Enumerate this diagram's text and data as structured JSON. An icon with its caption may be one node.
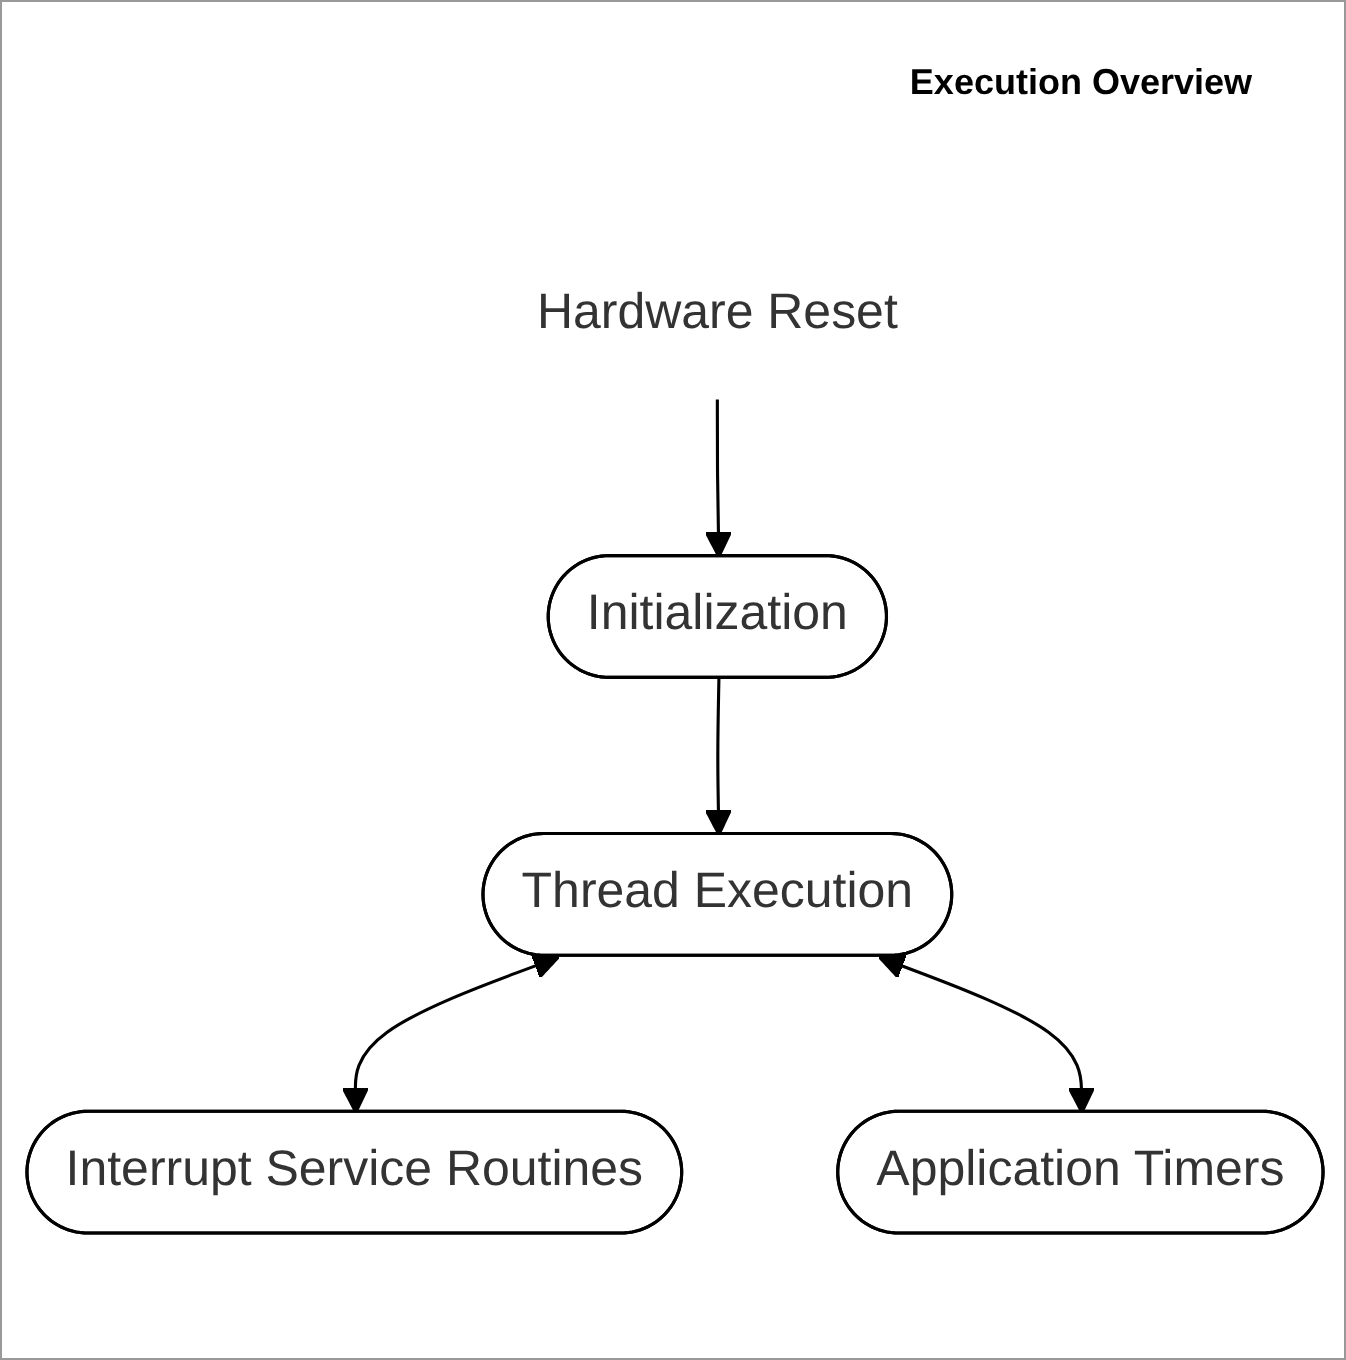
{
  "diagram": {
    "title": "Execution Overview",
    "nodes": [
      {
        "text": [
          "Hardware Reset"
        ]
      },
      {
        "text": [
          "Initialization"
        ]
      },
      {
        "text": [
          "Thread Execution"
        ]
      },
      {
        "text": [
          "Interrupt Service Routines"
        ]
      },
      {
        "text": [
          "Application Timers"
        ]
      }
    ],
    "edges": [
      {
        "from": 0,
        "to": 1,
        "arrow": "to"
      },
      {
        "from": 1,
        "to": 2,
        "arrow": "to"
      },
      {
        "from": 2,
        "to": 3,
        "arrow": "both"
      },
      {
        "from": 2,
        "to": 4,
        "arrow": "both"
      }
    ]
  }
}
